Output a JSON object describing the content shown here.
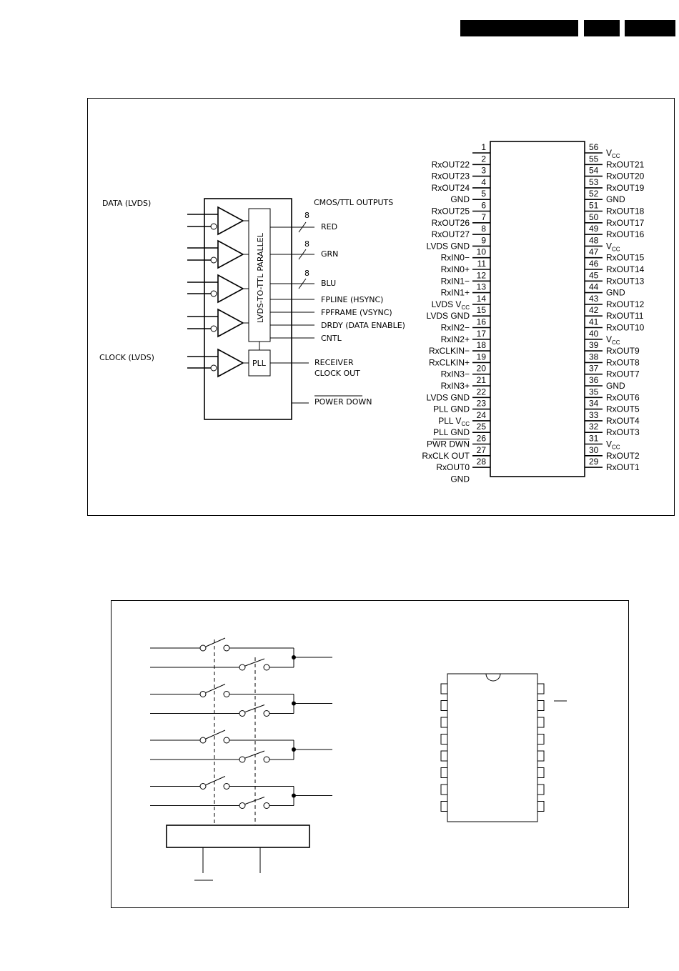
{
  "header": {
    "bars": [
      "",
      "",
      ""
    ]
  },
  "block_diagram": {
    "data_label": "DATA (LVDS)",
    "clock_label": "CLOCK (LVDS)",
    "outputs_label": "CMOS/TTL OUTPUTS",
    "converter_label": "LVDS-TO-TTL PARALLEL",
    "pll_label": "PLL",
    "bus_width": "8",
    "outputs": [
      "RED",
      "GRN",
      "BLU",
      "FPLINE (HSYNC)",
      "FPFRAME (VSYNC)",
      "DRDY (DATA ENABLE)",
      "CNTL"
    ],
    "receiver_clock_out": [
      "RECEIVER",
      "CLOCK OUT"
    ],
    "power_down": "POWER DOWN"
  },
  "pinout": {
    "left": [
      {
        "n": "1",
        "name": ""
      },
      {
        "n": "2",
        "name": "RxOUT22"
      },
      {
        "n": "3",
        "name": "RxOUT23"
      },
      {
        "n": "4",
        "name": "RxOUT24"
      },
      {
        "n": "5",
        "name": "GND"
      },
      {
        "n": "6",
        "name": "RxOUT25"
      },
      {
        "n": "7",
        "name": "RxOUT26"
      },
      {
        "n": "8",
        "name": "RxOUT27"
      },
      {
        "n": "9",
        "name": "LVDS GND"
      },
      {
        "n": "10",
        "name": "RxIN0−"
      },
      {
        "n": "11",
        "name": "RxIN0+"
      },
      {
        "n": "12",
        "name": "RxIN1−"
      },
      {
        "n": "13",
        "name": "RxIN1+"
      },
      {
        "n": "14",
        "name": "LVDS V",
        "sub": "CC"
      },
      {
        "n": "15",
        "name": "LVDS GND"
      },
      {
        "n": "16",
        "name": "RxIN2−"
      },
      {
        "n": "17",
        "name": "RxIN2+"
      },
      {
        "n": "18",
        "name": "RxCLKIN−"
      },
      {
        "n": "19",
        "name": "RxCLKIN+"
      },
      {
        "n": "20",
        "name": "RxIN3−"
      },
      {
        "n": "21",
        "name": "RxIN3+"
      },
      {
        "n": "22",
        "name": "LVDS GND"
      },
      {
        "n": "23",
        "name": "PLL GND"
      },
      {
        "n": "24",
        "name": "PLL V",
        "sub": "CC"
      },
      {
        "n": "25",
        "name": "PLL GND"
      },
      {
        "n": "26",
        "name": "PWR DWN"
      },
      {
        "n": "27",
        "name": "RxCLK OUT"
      },
      {
        "n": "28",
        "name": "RxOUT0"
      },
      {
        "n": "",
        "name": "GND"
      }
    ],
    "right": [
      {
        "n": "56",
        "name": "V",
        "sub": "CC"
      },
      {
        "n": "55",
        "name": "RxOUT21"
      },
      {
        "n": "54",
        "name": "RxOUT20"
      },
      {
        "n": "53",
        "name": "RxOUT19"
      },
      {
        "n": "52",
        "name": "GND"
      },
      {
        "n": "51",
        "name": "RxOUT18"
      },
      {
        "n": "50",
        "name": "RxOUT17"
      },
      {
        "n": "49",
        "name": "RxOUT16"
      },
      {
        "n": "48",
        "name": "V",
        "sub": "CC"
      },
      {
        "n": "47",
        "name": "RxOUT15"
      },
      {
        "n": "46",
        "name": "RxOUT14"
      },
      {
        "n": "45",
        "name": "RxOUT13"
      },
      {
        "n": "44",
        "name": "GND"
      },
      {
        "n": "43",
        "name": "RxOUT12"
      },
      {
        "n": "42",
        "name": "RxOUT11"
      },
      {
        "n": "41",
        "name": "RxOUT10"
      },
      {
        "n": "40",
        "name": "V",
        "sub": "CC"
      },
      {
        "n": "39",
        "name": "RxOUT9"
      },
      {
        "n": "38",
        "name": "RxOUT8"
      },
      {
        "n": "37",
        "name": "RxOUT7"
      },
      {
        "n": "36",
        "name": "GND"
      },
      {
        "n": "35",
        "name": "RxOUT6"
      },
      {
        "n": "34",
        "name": "RxOUT5"
      },
      {
        "n": "33",
        "name": "RxOUT4"
      },
      {
        "n": "32",
        "name": "RxOUT3"
      },
      {
        "n": "31",
        "name": "V",
        "sub": "CC"
      },
      {
        "n": "30",
        "name": "RxOUT2"
      },
      {
        "n": "29",
        "name": "RxOUT1"
      }
    ]
  }
}
